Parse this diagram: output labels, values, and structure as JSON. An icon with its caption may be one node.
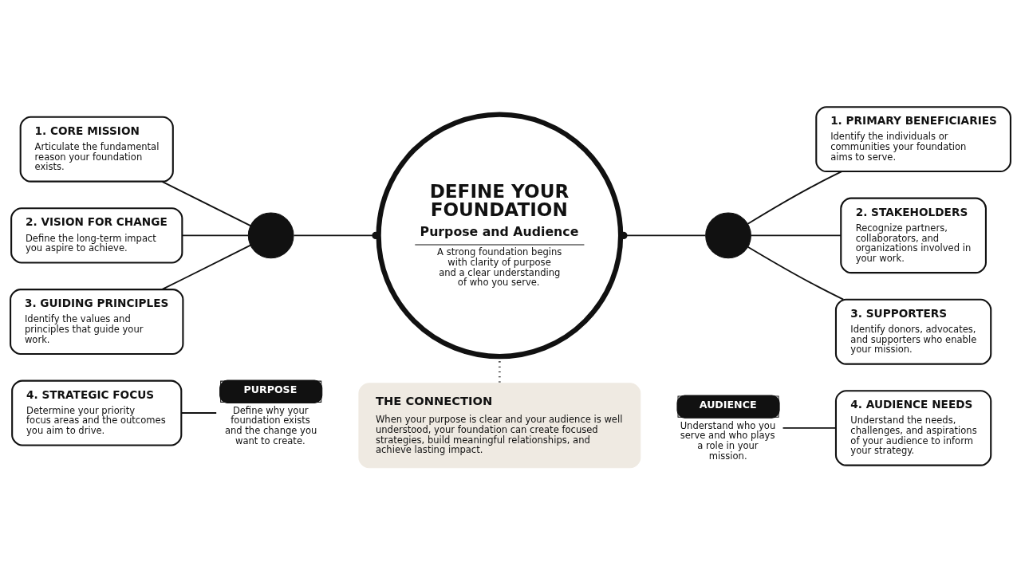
{
  "diagram": {
    "nodes": [
      {
        "text": [
          "1. CORE MISSION",
          "Articulate the fundamental reason your foundation exists."
        ]
      },
      {
        "text": [
          "2. VISION FOR CHANGE",
          "Define the long-term impact you aspire to achieve."
        ]
      },
      {
        "text": [
          "3. GUIDING PRINCIPLES",
          "Identify the values and principles that guide your work."
        ]
      },
      {
        "text": [
          "4. STRATEGIC FOCUS",
          "Determine your priority focus areas and the outcomes you aim to drive."
        ]
      },
      {
        "text": [],
        "shape": "circle"
      },
      {
        "text": [
          "PURPOSE"
        ],
        "beside": [
          "Define why your foundation exists and the change you want to create."
        ]
      },
      {
        "text": [
          "DEFINE YOUR FOUNDATION",
          "Purpose and Audience",
          "A strong foundation begins with clarity of purpose and a clear understanding of who you serve."
        ]
      },
      {
        "text": [],
        "shape": "circle"
      },
      {
        "text": [
          "AUDIENCE"
        ],
        "beside": [
          "Understand who you serve and who plays a role in your mission."
        ]
      },
      {
        "text": [
          "1. PRIMARY BENEFICIARIES",
          "Identify the individuals or communities your foundation aims to serve."
        ]
      },
      {
        "text": [
          "2. STAKEHOLDERS",
          "Recognize partners, collaborators, and organizations involved in your work."
        ]
      },
      {
        "text": [
          "3. SUPPORTERS",
          "Identify donors, advocates, and supporters who enable your mission."
        ]
      },
      {
        "text": [
          "4. AUDIENCE NEEDS",
          "Understand the needs, challenges, and aspirations of your audience to inform your strategy."
        ]
      },
      {
        "text": [
          "THE CONNECTION",
          "When your purpose is clear and your audience is well understood, your foundation can create focused strategies, build meaningful relationships, and achieve lasting impact."
        ]
      }
    ],
    "edges": [
      {
        "from": 0,
        "to": 4,
        "arrow": "none"
      },
      {
        "from": 1,
        "to": 4,
        "arrow": "none"
      },
      {
        "from": 2,
        "to": 4,
        "arrow": "none"
      },
      {
        "from": 3,
        "to": 5,
        "arrow": "none"
      },
      {
        "from": 4,
        "to": 6,
        "arrow": "other"
      },
      {
        "from": 6,
        "to": 7,
        "arrow": "other"
      },
      {
        "from": 7,
        "to": 9,
        "arrow": "none"
      },
      {
        "from": 7,
        "to": 10,
        "arrow": "none"
      },
      {
        "from": 7,
        "to": 11,
        "arrow": "none"
      },
      {
        "from": 8,
        "to": 12,
        "arrow": "none"
      },
      {
        "from": 6,
        "to": 13,
        "arrow": "none",
        "style": "dashed"
      }
    ]
  }
}
